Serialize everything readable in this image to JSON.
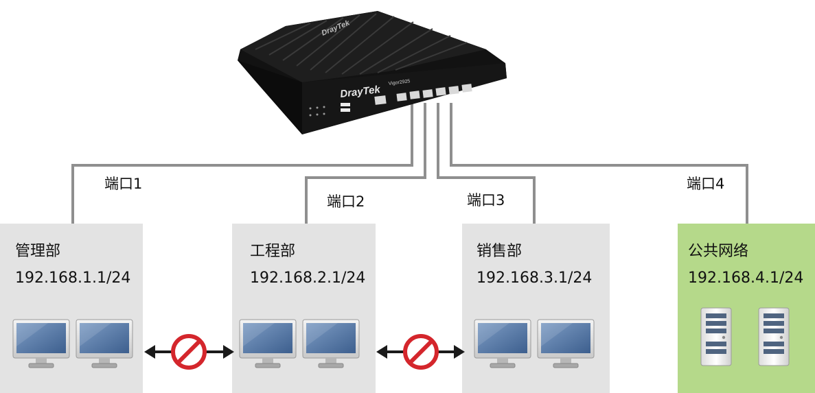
{
  "router": {
    "brand": "DrayTek",
    "model": "Vigor2925"
  },
  "ports": [
    {
      "label": "端口1"
    },
    {
      "label": "端口2"
    },
    {
      "label": "端口3"
    },
    {
      "label": "端口4"
    }
  ],
  "networks": [
    {
      "name": "管理部",
      "ip": "192.168.1.1/24",
      "color": "#e3e3e3",
      "device": "monitor-icon"
    },
    {
      "name": "工程部",
      "ip": "192.168.2.1/24",
      "color": "#e3e3e3",
      "device": "monitor-icon"
    },
    {
      "name": "销售部",
      "ip": "192.168.3.1/24",
      "color": "#e3e3e3",
      "device": "monitor-icon"
    },
    {
      "name": "公共网络",
      "ip": "192.168.4.1/24",
      "color": "#b5d98a",
      "device": "server-icon"
    }
  ],
  "colors": {
    "cable": "#8f8f8f",
    "block": "#d4262c",
    "arrow": "#1a1a1a",
    "monitor_screen": "#5d7fa8"
  }
}
